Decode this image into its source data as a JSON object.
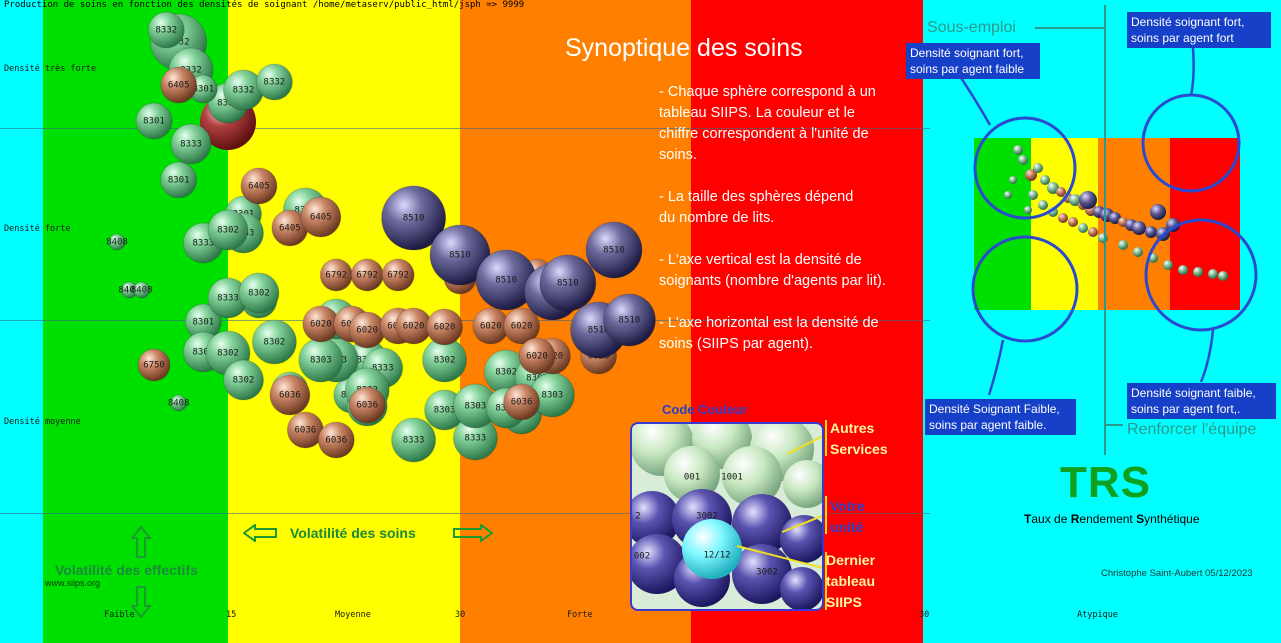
{
  "header": {
    "path_line": "Production de soins en fonction des densités de soignant /home/metaserv/public_html/jsph => 9999"
  },
  "colors": {
    "green": "#00e000",
    "yellow": "#ffff00",
    "orange": "#ff8000",
    "red": "#ff0000",
    "cyan": "#00ffff",
    "nav_blue": "#2a4ad0",
    "teal_text": "#2a9a8a"
  },
  "chart_data": {
    "type": "scatter",
    "title": "Synoptique des soins",
    "xlabel": "",
    "ylabel": "",
    "x_ticks": [
      "15",
      "30",
      "30"
    ],
    "x_zones": [
      "Faible",
      "Moyenne",
      "Forte",
      "Atypique"
    ],
    "y_zones": [
      "Densité très forte",
      "Densité forte",
      "Densité moyenne"
    ],
    "grid": true,
    "series": [
      {
        "name": "8332",
        "color": "green",
        "points": [
          [
            11,
            42,
            28
          ],
          [
            12,
            70,
            22
          ],
          [
            15,
            103,
            20
          ],
          [
            16,
            90,
            20
          ],
          [
            18,
            82,
            18
          ],
          [
            10,
            30,
            18
          ]
        ]
      },
      {
        "name": "8301",
        "color": "green",
        "points": [
          [
            9,
            121,
            18
          ],
          [
            11,
            180,
            18
          ],
          [
            13,
            89,
            14
          ],
          [
            16,
            214,
            18
          ],
          [
            20,
            210,
            22
          ],
          [
            17,
            300,
            18
          ],
          [
            19,
            390,
            18
          ],
          [
            24,
            360,
            20
          ],
          [
            23,
            395,
            18
          ],
          [
            13,
            322,
            18
          ]
        ]
      },
      {
        "name": "8333",
        "color": "green",
        "points": [
          [
            12,
            144,
            20
          ],
          [
            16,
            233,
            20
          ],
          [
            13,
            243,
            20
          ],
          [
            15,
            298,
            20
          ],
          [
            22,
            360,
            22
          ],
          [
            25,
            368,
            20
          ],
          [
            24,
            406,
            20
          ],
          [
            27,
            440,
            22
          ],
          [
            34,
            414,
            20
          ],
          [
            31,
            438,
            22
          ]
        ]
      },
      {
        "name": "8302",
        "color": "green",
        "points": [
          [
            15,
            230,
            20
          ],
          [
            17,
            293,
            20
          ],
          [
            13,
            352,
            20
          ],
          [
            15,
            353,
            22
          ],
          [
            16,
            380,
            20
          ],
          [
            18,
            342,
            22
          ],
          [
            24,
            390,
            22
          ],
          [
            34,
            395,
            22
          ],
          [
            29,
            360,
            22
          ],
          [
            33,
            372,
            22
          ]
        ]
      },
      {
        "name": "8303",
        "color": "green",
        "points": [
          [
            21,
            360,
            22
          ],
          [
            22,
            319,
            20
          ],
          [
            29,
            410,
            20
          ],
          [
            31,
            406,
            22
          ],
          [
            35,
            378,
            22
          ],
          [
            33,
            408,
            20
          ],
          [
            36,
            395,
            22
          ]
        ]
      },
      {
        "name": "6405",
        "color": "orange",
        "points": [
          [
            17,
            186,
            18
          ],
          [
            19,
            228,
            18
          ],
          [
            21,
            217,
            20
          ],
          [
            11,
            85,
            18
          ]
        ]
      },
      {
        "name": "6792",
        "color": "orange",
        "points": [
          [
            22,
            275,
            16
          ],
          [
            24,
            275,
            16
          ],
          [
            26,
            275,
            16
          ],
          [
            30,
            278,
            16
          ],
          [
            32,
            278,
            16
          ],
          [
            34,
            278,
            16
          ],
          [
            35,
            275,
            16
          ]
        ]
      },
      {
        "name": "6020",
        "color": "orange",
        "points": [
          [
            21,
            324,
            18
          ],
          [
            23,
            324,
            18
          ],
          [
            24,
            330,
            18
          ],
          [
            26,
            326,
            18
          ],
          [
            27,
            326,
            18
          ],
          [
            29,
            327,
            18
          ],
          [
            32,
            326,
            18
          ],
          [
            34,
            326,
            18
          ],
          [
            36,
            356,
            18
          ],
          [
            35,
            356,
            18
          ],
          [
            39,
            356,
            18
          ]
        ]
      },
      {
        "name": "6036",
        "color": "orange",
        "points": [
          [
            19,
            395,
            20
          ],
          [
            20,
            430,
            18
          ],
          [
            22,
            440,
            18
          ],
          [
            24,
            405,
            18
          ],
          [
            34,
            402,
            18
          ]
        ]
      },
      {
        "name": "6750",
        "color": "orange",
        "points": [
          [
            9,
            365,
            16
          ]
        ]
      },
      {
        "name": "8510",
        "color": "navy",
        "points": [
          [
            27,
            218,
            32
          ],
          [
            30,
            255,
            30
          ],
          [
            33,
            280,
            30
          ],
          [
            36,
            292,
            28
          ],
          [
            37,
            283,
            28
          ],
          [
            40,
            250,
            28
          ],
          [
            39,
            330,
            28
          ],
          [
            41,
            320,
            26
          ]
        ]
      },
      {
        "name": "8408",
        "color": "green",
        "points": [
          [
            6,
            242,
            8
          ],
          [
            7,
            290,
            8
          ],
          [
            8,
            290,
            8
          ],
          [
            11,
            403,
            8
          ]
        ]
      }
    ]
  },
  "synopsis": {
    "title": "Synoptique des soins",
    "lines": [
      "- Chaque sphère correspond à un",
      "tableau SIIPS. La couleur et le",
      "chiffre correspondent à l'unité de",
      "soins.",
      "",
      "- La taille des sphères  dépend",
      "du nombre de lits.",
      "",
      "- L'axe vertical est la densité de",
      "soignants (nombre d'agents par lit).",
      "",
      "- L'axe horizontal est la densité de",
      "soins (SIIPS par agent)."
    ]
  },
  "y_labels": {
    "tres_forte": "Densité très forte",
    "forte": "Densité forte",
    "moyenne": "Densité moyenne"
  },
  "x_labels": {
    "faible": "Faible",
    "tick_15": "15",
    "moyenne": "Moyenne",
    "tick_30": "30",
    "forte": "Forte",
    "tick_30b": "30",
    "atypique": "Atypique"
  },
  "axes_arrows": {
    "volatilite_soins": "Volatilité des soins",
    "volatilite_effectifs": "Volatilité des effectifs",
    "site": "www.siips.org"
  },
  "legend": {
    "title": "Code Couleur",
    "autres_services": "Autres Services",
    "votre_unite": "Votre unité",
    "dernier_tableau": "Dernier tableau SIIPS",
    "inset_labels": {
      "g1": "001",
      "g2": "1001",
      "n1": "3002",
      "n2": "002",
      "n3": "2",
      "n4": "3002",
      "current": "12/12"
    }
  },
  "quadrants": {
    "sous_emploi": "Sous-emploi",
    "renforcer": "Renforcer l'équipe",
    "top_left": "Densité soignant fort, soins par agent faible",
    "top_right": "Densité soignant fort, soins par agent fort",
    "bottom_left": "Densité Soignant Faible, soins par agent faible.",
    "bottom_right": "Densité soignant faible, soins par agent fort,."
  },
  "trs": {
    "title": "TRS",
    "subtitle_parts": [
      "T",
      "aux de ",
      "R",
      "endement ",
      "S",
      "ynthétique"
    ]
  },
  "author": "Christophe Saint-Aubert  05/12/2023"
}
